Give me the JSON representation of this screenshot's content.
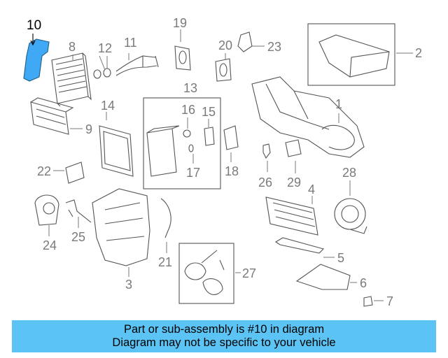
{
  "highlight_color": "#3fa9f5",
  "banner_color": "#5bc4f5",
  "highlighted_part": "10",
  "callouts": {
    "c1": "1",
    "c2": "2",
    "c3": "3",
    "c4": "4",
    "c5": "5",
    "c6": "6",
    "c7": "7",
    "c8": "8",
    "c9": "9",
    "c10": "10",
    "c11": "11",
    "c12": "12",
    "c13": "13",
    "c14": "14",
    "c15": "15",
    "c16": "16",
    "c17": "17",
    "c18": "18",
    "c19": "19",
    "c20": "20",
    "c21": "21",
    "c22": "22",
    "c23": "23",
    "c24": "24",
    "c25": "25",
    "c26": "26",
    "c27": "27",
    "c28": "28",
    "c29": "29"
  },
  "banner": {
    "line1": "Part or sub-assembly is #10 in diagram",
    "line2": "Diagram may not be specific to your vehicle"
  }
}
